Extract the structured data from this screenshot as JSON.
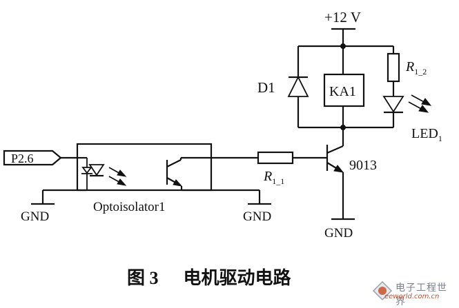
{
  "labels": {
    "supply": "+12 V",
    "diode": "D1",
    "relay": "KA1",
    "resistor_led": "R",
    "resistor_led_sub": "1_2",
    "led": "LED",
    "led_sub": "1",
    "port": "P2.6",
    "transistor": "9013",
    "resistor_base": "R",
    "resistor_base_sub": "1_1",
    "gnd_left": "GND",
    "optoisolator": "Optoisolator1",
    "gnd_opto": "GND",
    "gnd_transistor": "GND"
  },
  "caption": {
    "figure_number": "图 3",
    "title": "电机驱动电路"
  },
  "watermark": {
    "name": "电子工程世界",
    "url": "eeworld.com.cn"
  }
}
